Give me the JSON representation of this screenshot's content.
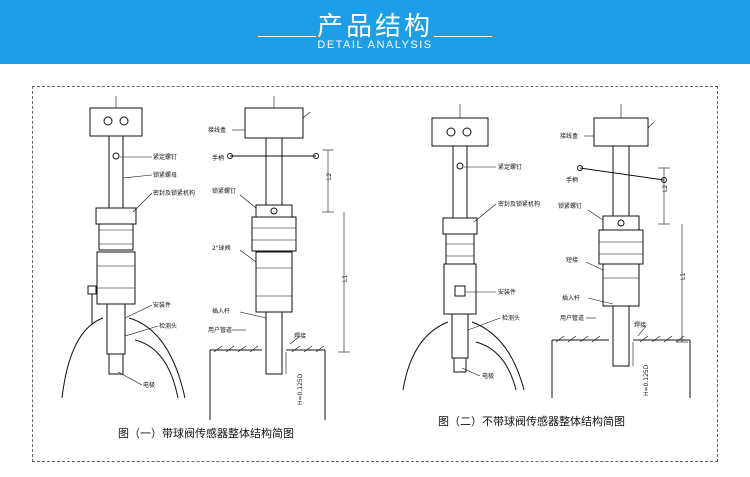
{
  "banner": {
    "title": "产品结构",
    "subtitle": "DETAIL ANALYSIS",
    "bg_color": "#1e9ee6"
  },
  "figure1": {
    "caption": "图（一）带球阀传感器整体结构简图",
    "labels": {
      "screw": "紧定螺钉",
      "nut": "锁紧螺母",
      "seal": "密封及锁紧机构",
      "safety": "安装件",
      "head": "检测头",
      "electrode": "电极",
      "junction": "接线盒",
      "handle": "手柄",
      "lock_nut": "锁紧螺钉",
      "ball_valve": "2\"球阀",
      "insert_rod": "插入杆",
      "user_pipe": "用户管道",
      "weld": "焊接",
      "dim_l2": "L2",
      "dim_l1": "L1",
      "dim_h": "H=0.125D"
    }
  },
  "figure2": {
    "caption": "图（二）不带球阀传感器整体结构简图",
    "labels": {
      "screw": "紧定螺钉",
      "seal": "密封及锁紧机构",
      "safety": "安装件",
      "head": "检测头",
      "electrode": "电极",
      "junction": "接线盒",
      "handle": "手柄",
      "lock_nut": "锁紧螺钉",
      "short_pipe": "短接",
      "insert_rod": "插入杆",
      "user_pipe": "用户管道",
      "weld": "焊接",
      "dim_l2": "L2",
      "dim_l1": "L1",
      "dim_h": "H=0.125D"
    }
  }
}
